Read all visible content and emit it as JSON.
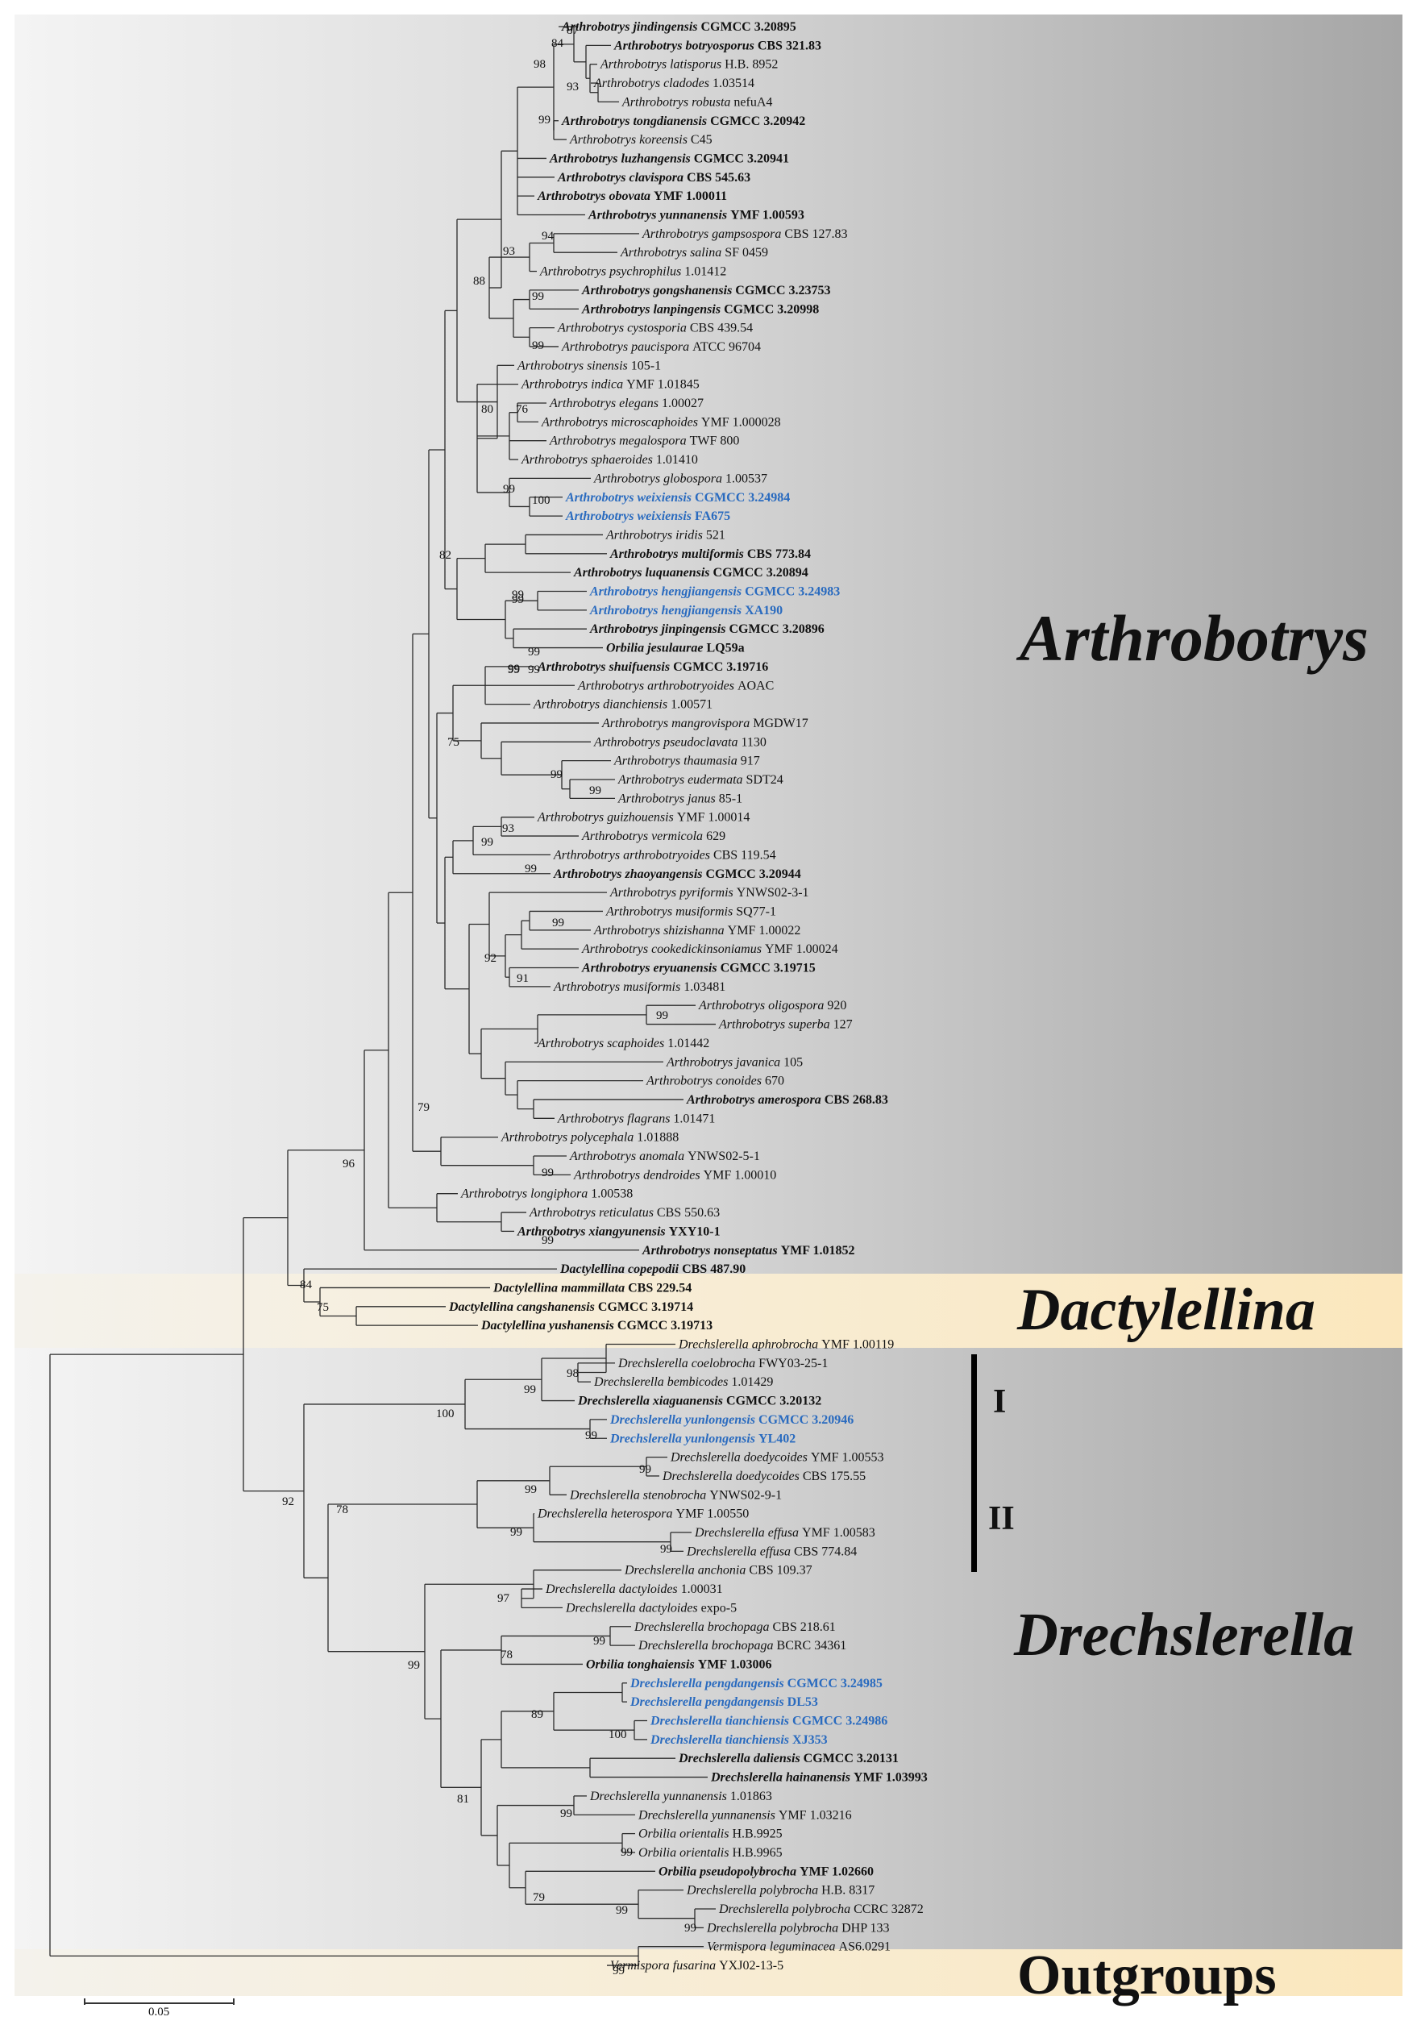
{
  "clades": {
    "arthrobotrys": "Arthrobotrys",
    "dactylellina": "Dactylellina",
    "drechslerella": "Drechslerella",
    "outgroups": "Outgroups"
  },
  "subgroups": {
    "group_1": "I",
    "group_2": "II"
  },
  "scale_bar": "0.05",
  "colors": {
    "new_species": "#2a6bbf",
    "text": "#111111",
    "dactylellina_band": "#fbeecb",
    "outgroup_band": "#fbeecb"
  },
  "taxa": [
    {
      "species": "Arthrobotrys jindingensis",
      "strain": "CGMCC 3.20895",
      "bold": true
    },
    {
      "species": "Arthrobotrys botryosporus",
      "strain": "CBS 321.83",
      "bold": true
    },
    {
      "species": "Arthrobotrys latisporus",
      "strain": "H.B. 8952"
    },
    {
      "species": "Arthrobotrys cladodes",
      "strain": "1.03514"
    },
    {
      "species": "Arthrobotrys robusta",
      "strain": "nefuA4"
    },
    {
      "species": "Arthrobotrys tongdianensis",
      "strain": "CGMCC 3.20942",
      "bold": true
    },
    {
      "species": "Arthrobotrys koreensis",
      "strain": "C45"
    },
    {
      "species": "Arthrobotrys luzhangensis",
      "strain": "CGMCC 3.20941",
      "bold": true
    },
    {
      "species": "Arthrobotrys clavispora",
      "strain": "CBS 545.63",
      "bold": true
    },
    {
      "species": "Arthrobotrys obovata",
      "strain": "YMF 1.00011",
      "bold": true
    },
    {
      "species": "Arthrobotrys yunnanensis",
      "strain": "YMF 1.00593",
      "bold": true
    },
    {
      "species": "Arthrobotrys gampsospora",
      "strain": "CBS 127.83"
    },
    {
      "species": "Arthrobotrys salina",
      "strain": "SF 0459"
    },
    {
      "species": "Arthrobotrys psychrophilus",
      "strain": "1.01412"
    },
    {
      "species": "Arthrobotrys gongshanensis",
      "strain": "CGMCC 3.23753",
      "bold": true
    },
    {
      "species": "Arthrobotrys lanpingensis",
      "strain": "CGMCC 3.20998",
      "bold": true
    },
    {
      "species": "Arthrobotrys cystosporia",
      "strain": "CBS 439.54"
    },
    {
      "species": "Arthrobotrys paucispora",
      "strain": "ATCC 96704"
    },
    {
      "species": "Arthrobotrys sinensis",
      "strain": "105-1"
    },
    {
      "species": "Arthrobotrys indica",
      "strain": "YMF 1.01845"
    },
    {
      "species": "Arthrobotrys elegans",
      "strain": "1.00027"
    },
    {
      "species": "Arthrobotrys microscaphoides",
      "strain": "YMF 1.000028"
    },
    {
      "species": "Arthrobotrys megalospora",
      "strain": "TWF 800"
    },
    {
      "species": "Arthrobotrys sphaeroides",
      "strain": "1.01410"
    },
    {
      "species": "Arthrobotrys globospora",
      "strain": "1.00537"
    },
    {
      "species": "Arthrobotrys weixiensis",
      "strain": "CGMCC 3.24984",
      "bold": true,
      "new": true
    },
    {
      "species": "Arthrobotrys weixiensis",
      "strain": "FA675",
      "bold": true,
      "new": true
    },
    {
      "species": "Arthrobotrys iridis",
      "strain": "521"
    },
    {
      "species": "Arthrobotrys multiformis",
      "strain": "CBS 773.84",
      "bold": true
    },
    {
      "species": "Arthrobotrys luquanensis",
      "strain": "CGMCC 3.20894",
      "bold": true
    },
    {
      "species": "Arthrobotrys hengjiangensis",
      "strain": "CGMCC 3.24983",
      "bold": true,
      "new": true
    },
    {
      "species": "Arthrobotrys hengjiangensis",
      "strain": "XA190",
      "bold": true,
      "new": true
    },
    {
      "species": "Arthrobotrys jinpingensis",
      "strain": "CGMCC 3.20896",
      "bold": true
    },
    {
      "species": "Orbilia jesulaurae",
      "strain": "LQ59a",
      "bold": true
    },
    {
      "species": "Arthrobotrys shuifuensis",
      "strain": "CGMCC 3.19716",
      "bold": true
    },
    {
      "species": "Arthrobotrys arthrobotryoides",
      "strain": "AOAC"
    },
    {
      "species": "Arthrobotrys dianchiensis",
      "strain": "1.00571"
    },
    {
      "species": "Arthrobotrys mangrovispora",
      "strain": "MGDW17"
    },
    {
      "species": "Arthrobotrys pseudoclavata",
      "strain": "1130"
    },
    {
      "species": "Arthrobotrys thaumasia",
      "strain": "917"
    },
    {
      "species": "Arthrobotrys eudermata",
      "strain": "SDT24"
    },
    {
      "species": "Arthrobotrys janus",
      "strain": "85-1"
    },
    {
      "species": "Arthrobotrys guizhouensis",
      "strain": "YMF 1.00014"
    },
    {
      "species": "Arthrobotrys vermicola",
      "strain": "629"
    },
    {
      "species": "Arthrobotrys arthrobotryoides",
      "strain": "CBS 119.54"
    },
    {
      "species": "Arthrobotrys zhaoyangensis",
      "strain": "CGMCC 3.20944",
      "bold": true
    },
    {
      "species": "Arthrobotrys pyriformis",
      "strain": "YNWS02-3-1"
    },
    {
      "species": "Arthrobotrys musiformis",
      "strain": "SQ77-1"
    },
    {
      "species": "Arthrobotrys shizishanna",
      "strain": "YMF 1.00022"
    },
    {
      "species": "Arthrobotrys cookedickinsoniamus",
      "strain": "YMF 1.00024"
    },
    {
      "species": "Arthrobotrys eryuanensis",
      "strain": "CGMCC 3.19715",
      "bold": true
    },
    {
      "species": "Arthrobotrys musiformis",
      "strain": "1.03481"
    },
    {
      "species": "Arthrobotrys oligospora",
      "strain": "920"
    },
    {
      "species": "Arthrobotrys superba",
      "strain": "127"
    },
    {
      "species": "Arthrobotrys scaphoides",
      "strain": "1.01442"
    },
    {
      "species": "Arthrobotrys javanica",
      "strain": "105"
    },
    {
      "species": "Arthrobotrys conoides",
      "strain": "670"
    },
    {
      "species": "Arthrobotrys amerospora",
      "strain": "CBS 268.83",
      "bold": true
    },
    {
      "species": "Arthrobotrys flagrans",
      "strain": "1.01471"
    },
    {
      "species": "Arthrobotrys polycephala",
      "strain": "1.01888"
    },
    {
      "species": "Arthrobotrys anomala",
      "strain": "YNWS02-5-1"
    },
    {
      "species": "Arthrobotrys dendroides",
      "strain": "YMF 1.00010"
    },
    {
      "species": "Arthrobotrys longiphora",
      "strain": "1.00538"
    },
    {
      "species": "Arthrobotrys reticulatus",
      "strain": "CBS 550.63"
    },
    {
      "species": "Arthrobotrys xiangyunensis",
      "strain": "YXY10-1",
      "bold": true
    },
    {
      "species": "Arthrobotrys nonseptatus",
      "strain": "YMF 1.01852",
      "bold": true
    },
    {
      "species": "Dactylellina copepodii",
      "strain": "CBS 487.90",
      "bold": true
    },
    {
      "species": "Dactylellina mammillata",
      "strain": "CBS 229.54",
      "bold": true
    },
    {
      "species": "Dactylellina cangshanensis",
      "strain": "CGMCC 3.19714",
      "bold": true
    },
    {
      "species": "Dactylellina yushanensis",
      "strain": "CGMCC 3.19713",
      "bold": true
    },
    {
      "species": "Drechslerella aphrobrocha",
      "strain": "YMF 1.00119"
    },
    {
      "species": "Drechslerella coelobrocha",
      "strain": "FWY03-25-1"
    },
    {
      "species": "Drechslerella bembicodes",
      "strain": "1.01429"
    },
    {
      "species": "Drechslerella xiaguanensis",
      "strain": "CGMCC 3.20132",
      "bold": true
    },
    {
      "species": "Drechslerella yunlongensis",
      "strain": "CGMCC 3.20946",
      "bold": true,
      "new": true
    },
    {
      "species": "Drechslerella yunlongensis",
      "strain": "YL402",
      "bold": true,
      "new": true
    },
    {
      "species": "Drechslerella doedycoides",
      "strain": "YMF 1.00553"
    },
    {
      "species": "Drechslerella doedycoides",
      "strain": "CBS 175.55"
    },
    {
      "species": "Drechslerella stenobrocha",
      "strain": "YNWS02-9-1"
    },
    {
      "species": "Drechslerella heterospora",
      "strain": "YMF 1.00550"
    },
    {
      "species": "Drechslerella effusa",
      "strain": "YMF 1.00583"
    },
    {
      "species": "Drechslerella effusa",
      "strain": "CBS 774.84"
    },
    {
      "species": "Drechslerella anchonia",
      "strain": "CBS 109.37"
    },
    {
      "species": "Drechslerella dactyloides",
      "strain": "1.00031"
    },
    {
      "species": "Drechslerella dactyloides",
      "strain": "expo-5"
    },
    {
      "species": "Drechslerella brochopaga",
      "strain": "CBS 218.61"
    },
    {
      "species": "Drechslerella brochopaga",
      "strain": "BCRC 34361"
    },
    {
      "species": "Orbilia tonghaiensis",
      "strain": "YMF 1.03006",
      "bold": true
    },
    {
      "species": "Drechslerella pengdangensis",
      "strain": "CGMCC 3.24985",
      "bold": true,
      "new": true
    },
    {
      "species": "Drechslerella pengdangensis",
      "strain": "DL53",
      "bold": true,
      "new": true
    },
    {
      "species": "Drechslerella tianchiensis",
      "strain": "CGMCC 3.24986",
      "bold": true,
      "new": true
    },
    {
      "species": "Drechslerella tianchiensis",
      "strain": "XJ353",
      "bold": true,
      "new": true
    },
    {
      "species": "Drechslerella daliensis",
      "strain": "CGMCC 3.20131",
      "bold": true
    },
    {
      "species": "Drechslerella hainanensis",
      "strain": "YMF 1.03993",
      "bold": true
    },
    {
      "species": "Drechslerella yunnanensis",
      "strain": "1.01863"
    },
    {
      "species": "Drechslerella yunnanensis",
      "strain": "YMF 1.03216"
    },
    {
      "species": "Orbilia orientalis",
      "strain": "H.B.9925"
    },
    {
      "species": "Orbilia orientalis",
      "strain": "H.B.9965"
    },
    {
      "species": "Orbilia pseudopolybrocha",
      "strain": "YMF 1.02660",
      "bold": true
    },
    {
      "species": "Drechslerella polybrocha",
      "strain": "H.B. 8317"
    },
    {
      "species": "Drechslerella polybrocha",
      "strain": "CCRC 32872"
    },
    {
      "species": "Drechslerella polybrocha",
      "strain": "DHP 133"
    },
    {
      "species": "Vermispora leguminacea",
      "strain": "AS6.0291"
    },
    {
      "species": "Vermispora fusarina",
      "strain": "YXJ02-13-5"
    }
  ],
  "support_values": [
    "87",
    "84",
    "98",
    "93",
    "99",
    "94",
    "93",
    "88",
    "99",
    "99",
    "80",
    "76",
    "99",
    "100",
    "99",
    "82",
    "99",
    "99",
    "99",
    "99",
    "75",
    "99",
    "99",
    "99",
    "93",
    "99",
    "99",
    "99",
    "92",
    "91",
    "99",
    "99",
    "79",
    "99",
    "96",
    "84",
    "75",
    "98",
    "99",
    "100",
    "99",
    "99",
    "99",
    "99",
    "99",
    "92",
    "78",
    "97",
    "99",
    "78",
    "99",
    "89",
    "100",
    "81",
    "99",
    "99",
    "79",
    "99",
    "99",
    "99"
  ]
}
